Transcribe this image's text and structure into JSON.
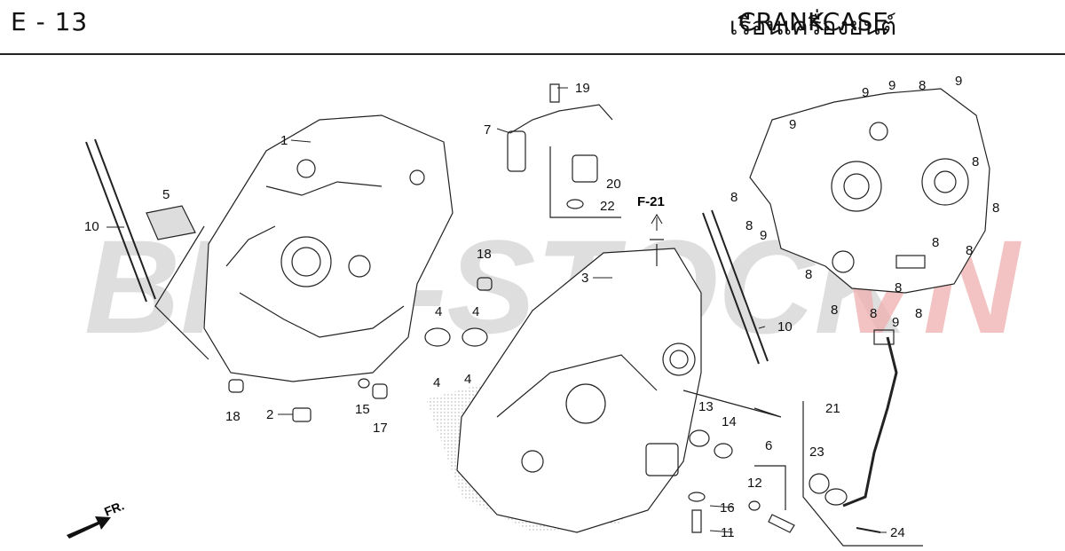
{
  "header": {
    "code": "E - 13",
    "title_th": "เรือนเครื่องยนต์",
    "title_en": "CRANKCASE"
  },
  "watermark": {
    "left": "BIKE-STOCK",
    "right": "VN",
    "color_gray": "#c9c9c9",
    "color_red": "#e8a0a0"
  },
  "reference": "F-21",
  "direction": "FR.",
  "callouts": {
    "c1": "1",
    "c2": "2",
    "c3": "3",
    "c4a": "4",
    "c4b": "4",
    "c4c": "4",
    "c4d": "4",
    "c5": "5",
    "c6": "6",
    "c7": "7",
    "c8a": "8",
    "c8b": "8",
    "c8c": "8",
    "c8d": "8",
    "c8e": "8",
    "c8f": "8",
    "c8g": "8",
    "c8h": "8",
    "c8i": "8",
    "c8j": "8",
    "c8k": "8",
    "c8l": "8",
    "c9a": "9",
    "c9b": "9",
    "c9c": "9",
    "c9d": "9",
    "c9e": "9",
    "c9f": "9",
    "c10a": "10",
    "c10b": "10",
    "c11": "11",
    "c12": "12",
    "c13": "13",
    "c14": "14",
    "c15": "15",
    "c16": "16",
    "c17": "17",
    "c18a": "18",
    "c18b": "18",
    "c19": "19",
    "c20": "20",
    "c21": "21",
    "c22": "22",
    "c23": "23",
    "c24": "24"
  }
}
